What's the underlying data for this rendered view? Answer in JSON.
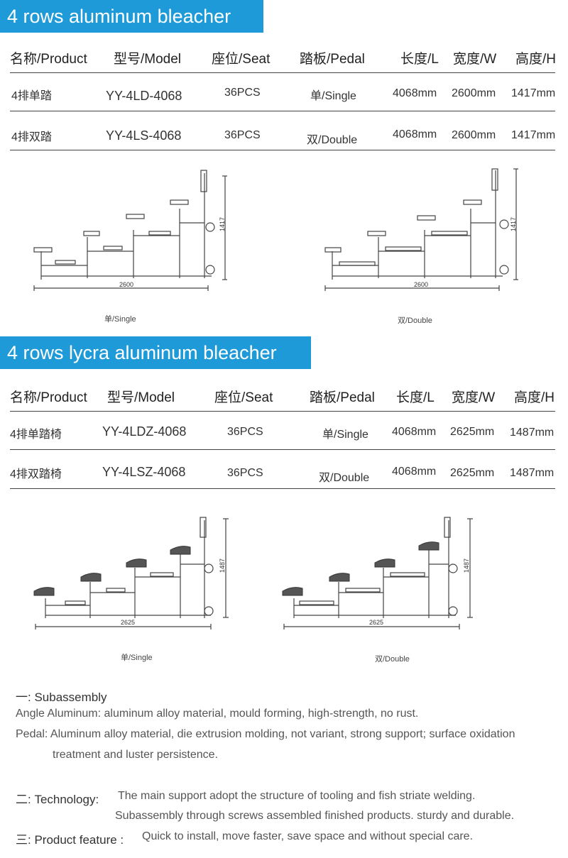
{
  "section1": {
    "title": "4 rows aluminum bleacher",
    "headers": [
      "名称/Product",
      "型号/Model",
      "座位/Seat",
      "踏板/Pedal",
      "长度/L",
      "宽度/W",
      "高度/H"
    ],
    "rows": [
      [
        "4排单踏",
        "YY-4LD-4068",
        "36PCS",
        "单/Single",
        "4068mm",
        "2600mm",
        "1417mm"
      ],
      [
        "4排双踏",
        "YY-4LS-4068",
        "36PCS",
        "双/Double",
        "4068mm",
        "2600mm",
        "1417mm"
      ]
    ],
    "diagrams": [
      {
        "caption": "单/Single",
        "width_label": "2600",
        "height_label": "1417"
      },
      {
        "caption": "双/Double",
        "width_label": "2600",
        "height_label": "1417"
      }
    ]
  },
  "section2": {
    "title": "4 rows lycra aluminum  bleacher",
    "headers": [
      "名称/Product",
      "型号/Model",
      "座位/Seat",
      "踏板/Pedal",
      "长度/L",
      "宽度/W",
      "高度/H"
    ],
    "rows": [
      [
        "4排单踏椅",
        "YY-4LDZ-4068",
        "36PCS",
        "单/Single",
        "4068mm",
        "2625mm",
        "1487mm"
      ],
      [
        "4排双踏椅",
        "YY-4LSZ-4068",
        "36PCS",
        "双/Double",
        "4068mm",
        "2625mm",
        "1487mm"
      ]
    ],
    "diagrams": [
      {
        "caption": "单/Single",
        "width_label": "2625",
        "height_label": "1487"
      },
      {
        "caption": "双/Double",
        "width_label": "2625",
        "height_label": "1487"
      }
    ]
  },
  "notes": {
    "sub_label": "一: Subassembly",
    "angle": "Angle Aluminum:  aluminum alloy material,  mould  forming, high-strength, no rust.",
    "pedal1": "Pedal: Aluminum alloy material, die extrusion molding, not variant, strong support; surface oxidation",
    "pedal2": "treatment and luster persistence.",
    "tech_label": "二: Technology:",
    "tech1": "The main support adopt the structure of tooling and fish striate welding.",
    "tech2": "Subassembly through screws assembled finished products. sturdy and durable.",
    "feat_label": "三: Product  feature :",
    "feat_text": "Quick to install, move faster, save space and without special care."
  }
}
